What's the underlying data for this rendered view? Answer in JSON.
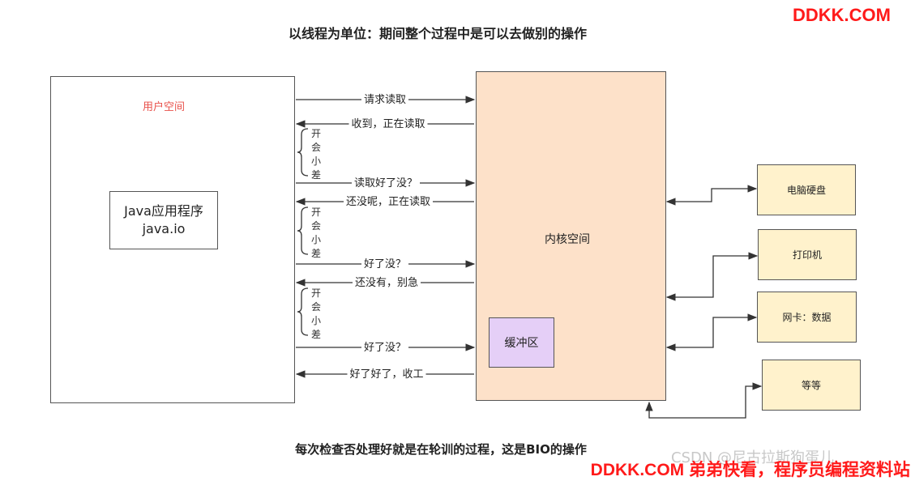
{
  "title": "以线程为单位：期间整个过程中是可以去做别的操作",
  "footer": "每次检查否处理好就是在轮训的过程，这是BIO的操作",
  "watermark_top": "DDKK.COM",
  "watermark_bottom": "DDKK.COM 弟弟快看，程序员编程资料站",
  "csdn_mark": "CSDN @尼古拉斯狗蛋儿",
  "user_space": {
    "label": "用户空间",
    "app_line1": "Java应用程序",
    "app_line2": "java.io"
  },
  "kernel": {
    "label": "内核空间",
    "buffer": "缓冲区"
  },
  "devices": [
    "电脑硬盘",
    "打印机",
    "网卡：数据",
    "等等"
  ],
  "arrows": [
    "请求读取",
    "收到，正在读取",
    "读取好了没？",
    "还没呢，正在读取",
    "好了没？",
    "还没有，别急",
    "好了没？",
    "好了好了，收工"
  ],
  "wait_text": [
    "开",
    "会",
    "小",
    "差"
  ]
}
